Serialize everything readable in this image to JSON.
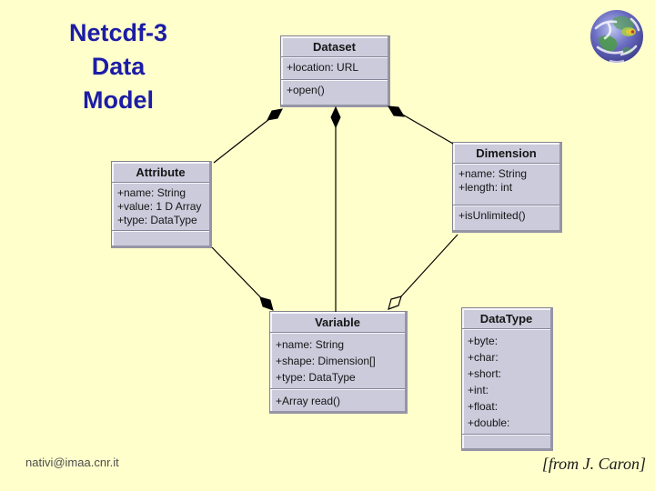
{
  "slide": {
    "background_color": "#FFFFCC",
    "title": {
      "text": "Netcdf-3 Data Model",
      "lines": [
        "Netcdf-3",
        "Data",
        "Model"
      ],
      "color": "#1c1ca6"
    },
    "logo_icon": "earth-globe",
    "footer": {
      "email": "nativi@imaa.cnr.it",
      "attribution": "[from J. Caron]"
    }
  },
  "diagram": {
    "kind": "UML class diagram",
    "box_fill_color": "#cbcbdc",
    "box_border_color": "#84848f",
    "line_color": "#000000",
    "classes": [
      {
        "name": "Dataset",
        "attributes": [
          "+location: URL"
        ],
        "methods": [
          "+open()"
        ]
      },
      {
        "name": "Attribute",
        "attributes": [
          "+name: String",
          "+value: 1 D Array",
          "+type: DataType"
        ],
        "methods": []
      },
      {
        "name": "Dimension",
        "attributes": [
          "+name: String",
          "+length: int"
        ],
        "methods": [
          "+isUnlimited()"
        ]
      },
      {
        "name": "Variable",
        "attributes": [
          "+name: String",
          "+shape: Dimension[]",
          "+type: DataType"
        ],
        "methods": [
          "+Array read()"
        ]
      },
      {
        "name": "DataType",
        "attributes": [
          "+byte:",
          "+char:",
          "+short:",
          "+int:",
          "+float:",
          "+double:"
        ],
        "methods": []
      }
    ],
    "relationships": [
      {
        "from": "Dataset",
        "to": "Attribute",
        "type": "composition"
      },
      {
        "from": "Dataset",
        "to": "Variable",
        "type": "composition"
      },
      {
        "from": "Dataset",
        "to": "Dimension",
        "type": "composition"
      },
      {
        "from": "Variable",
        "to": "Attribute",
        "type": "composition"
      },
      {
        "from": "Variable",
        "to": "Dimension",
        "type": "aggregation"
      }
    ]
  }
}
